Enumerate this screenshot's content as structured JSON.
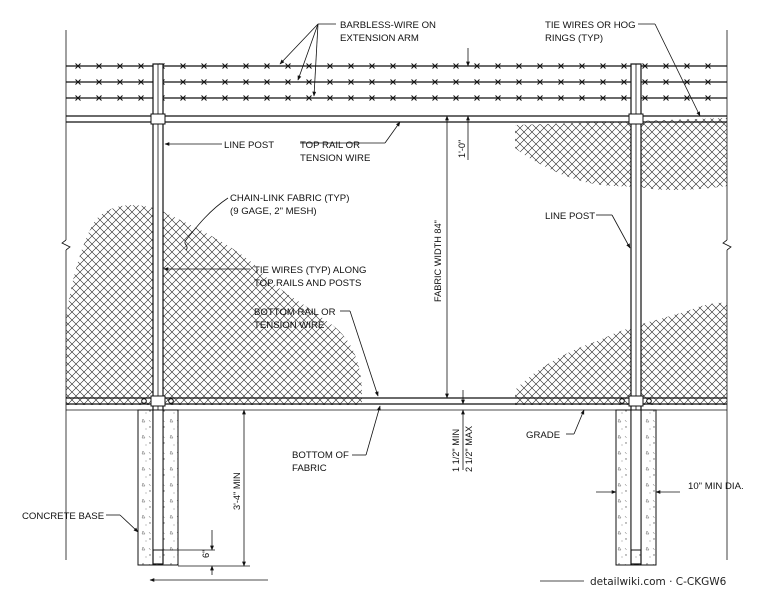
{
  "labels": {
    "barbless_wire": "BARBLESS-WIRE ON",
    "barbless_wire_2": "EXTENSION ARM",
    "tie_wires_hog": "TIE WIRES OR HOG",
    "tie_wires_hog_2": "RINGS (TYP)",
    "line_post_left": "LINE POST",
    "top_rail": "TOP RAIL OR",
    "top_rail_2": "TENSION WIRE",
    "chain_link": "CHAIN-LINK FABRIC (TYP)",
    "chain_link_2": "(9 GAGE, 2\" MESH)",
    "line_post_right": "LINE POST",
    "tie_wires_along": "TIE WIRES (TYP) ALONG",
    "tie_wires_along_2": "TOP RAILS AND POSTS",
    "bottom_rail": "BOTTOM RAIL OR",
    "bottom_rail_2": "TENSION WIRE",
    "grade": "GRADE",
    "bottom_of_fabric": "BOTTOM OF",
    "bottom_of_fabric_2": "FABRIC",
    "concrete_base": "CONCRETE BASE",
    "min_dia": "10\" MIN DIA."
  },
  "dimensions": {
    "one_foot": "1'-0\"",
    "fabric_width": "FABRIC WIDTH 84\"",
    "clearance_min": "1 1/2\" MIN",
    "clearance_max": "2 1/2\" MAX",
    "depth_min": "3'-4\" MIN",
    "six_inch": "6\""
  },
  "footer": {
    "credit": "detailwiki.com · C-CKGW6"
  },
  "colors": {
    "ink": "#111111",
    "paper": "#ffffff"
  }
}
